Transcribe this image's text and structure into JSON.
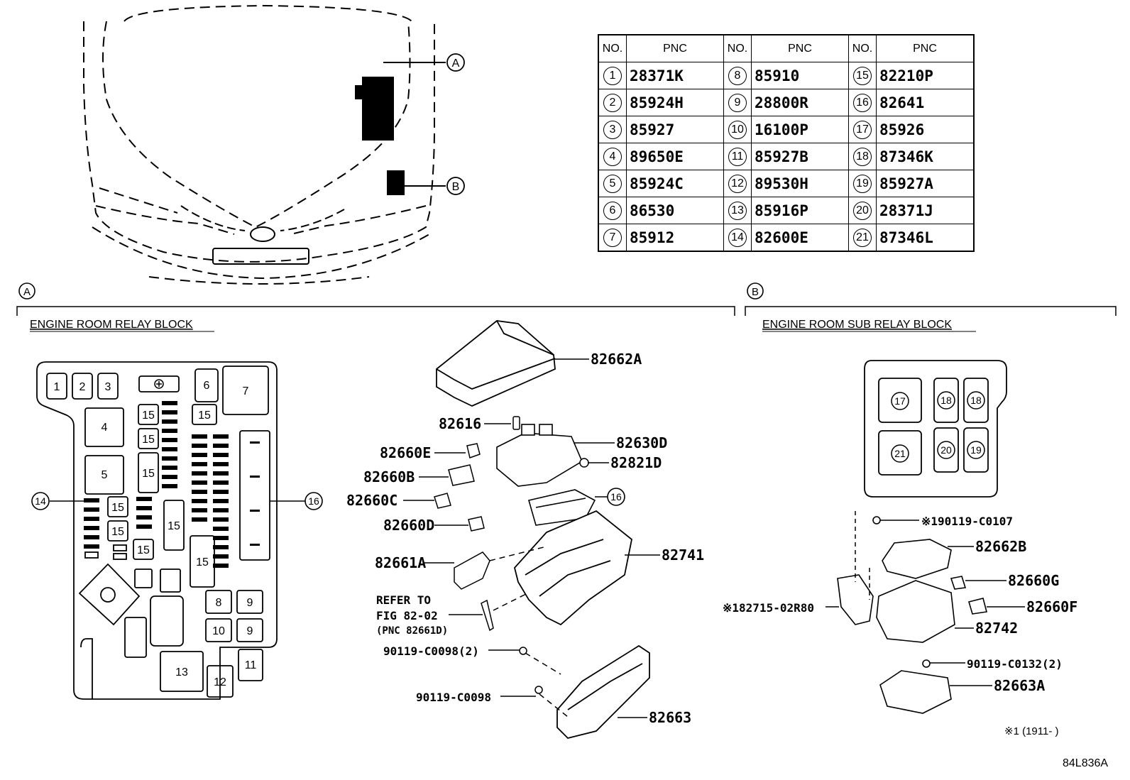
{
  "pnc_table": {
    "headers": {
      "no": "NO.",
      "pnc": "PNC"
    },
    "columns": [
      [
        [
          "1",
          "28371K"
        ],
        [
          "2",
          "85924H"
        ],
        [
          "3",
          "85927"
        ],
        [
          "4",
          "89650E"
        ],
        [
          "5",
          "85924C"
        ],
        [
          "6",
          "86530"
        ],
        [
          "7",
          "85912"
        ]
      ],
      [
        [
          "8",
          "85910"
        ],
        [
          "9",
          "28800R"
        ],
        [
          "10",
          "16100P"
        ],
        [
          "11",
          "85927B"
        ],
        [
          "12",
          "89530H"
        ],
        [
          "13",
          "85916P"
        ],
        [
          "14",
          "82600E"
        ]
      ],
      [
        [
          "15",
          "82210P"
        ],
        [
          "16",
          "82641"
        ],
        [
          "17",
          "85926"
        ],
        [
          "18",
          "87346K"
        ],
        [
          "19",
          "85927A"
        ],
        [
          "20",
          "28371J"
        ],
        [
          "21",
          "87346L"
        ]
      ]
    ]
  },
  "views": {
    "a_marker": "A",
    "b_marker": "B",
    "a_title": "ENGINE ROOM RELAY BLOCK",
    "b_title": "ENGINE ROOM SUB RELAY BLOCK"
  },
  "callouts_a": {
    "p82662A": "82662A",
    "p82616": "82616",
    "p82630D": "82630D",
    "p82660E": "82660E",
    "p82821D": "82821D",
    "p82660B": "82660B",
    "p82660C": "82660C",
    "p16": "16",
    "p82660D": "82660D",
    "p82661A": "82661A",
    "p82741": "82741",
    "refer1": "REFER TO",
    "refer2": "FIG 82-02",
    "refer3": "(PNC 82661D)",
    "p90119a": "90119-C0098(2)",
    "p90119b": "90119-C0098",
    "p82663": "82663"
  },
  "callouts_b": {
    "p90119c": "※190119-C0107",
    "p82662B": "82662B",
    "p82660G": "82660G",
    "p82715": "※182715-02R80",
    "p82660F": "82660F",
    "p82742": "82742",
    "p90119d": "90119-C0132(2)",
    "p82663A": "82663A",
    "note": "※1 (1911-     )",
    "code": "84L836A"
  },
  "block_a_labels": {
    "n1": "1",
    "n2": "2",
    "n3": "3",
    "n4": "4",
    "n5": "5",
    "n6": "6",
    "n7": "7",
    "n8": "8",
    "n9": "9",
    "n10": "10",
    "n11": "11",
    "n12": "12",
    "n13": "13",
    "n14": "14",
    "n15": "15",
    "n16": "16"
  },
  "block_b_labels": {
    "n17": "17",
    "n18": "18",
    "n19": "19",
    "n20": "20",
    "n21": "21"
  }
}
